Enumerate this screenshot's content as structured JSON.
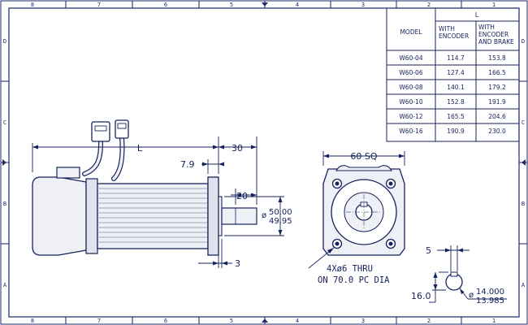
{
  "border": {
    "columns": [
      "8",
      "7",
      "6",
      "5",
      "4",
      "3",
      "2",
      "1"
    ],
    "rows": [
      "D",
      "C",
      "B",
      "A"
    ]
  },
  "table": {
    "header": {
      "model": "MODEL",
      "l": "L",
      "with_encoder": [
        "WITH",
        "ENCODER"
      ],
      "with_encoder_brake": [
        "WITH",
        "ENCODER",
        "AND BRAKE"
      ]
    },
    "rows": [
      {
        "model": "W60-04",
        "encoder": "114.7",
        "brake": "153.8"
      },
      {
        "model": "W60-06",
        "encoder": "127.4",
        "brake": "166.5"
      },
      {
        "model": "W60-08",
        "encoder": "140.1",
        "brake": "179.2"
      },
      {
        "model": "W60-10",
        "encoder": "152.8",
        "brake": "191.9"
      },
      {
        "model": "W60-12",
        "encoder": "165.5",
        "brake": "204.6"
      },
      {
        "model": "W60-16",
        "encoder": "190.9",
        "brake": "230.0"
      }
    ]
  },
  "dimensions": {
    "length": "L",
    "flange_offset": "7.9",
    "shaft_length": "30",
    "key_length": "20",
    "pilot_upper": "50.00",
    "pilot_lower": "49.95",
    "pilot_prefix": "ø",
    "pilot_depth": "3",
    "square": "60 SQ",
    "holes_line1": "4Xø6 THRU",
    "holes_line2": "ON 70.0 PC DIA",
    "key_width": "5",
    "key_height": "16.0",
    "shaft_upper": "14.000",
    "shaft_lower": "13.985",
    "shaft_prefix": "ø"
  },
  "colors": {
    "line": "#16225e",
    "border": "#1c2a6e",
    "body_fill": "#eef0f6",
    "fin": "#9ea6bd"
  }
}
